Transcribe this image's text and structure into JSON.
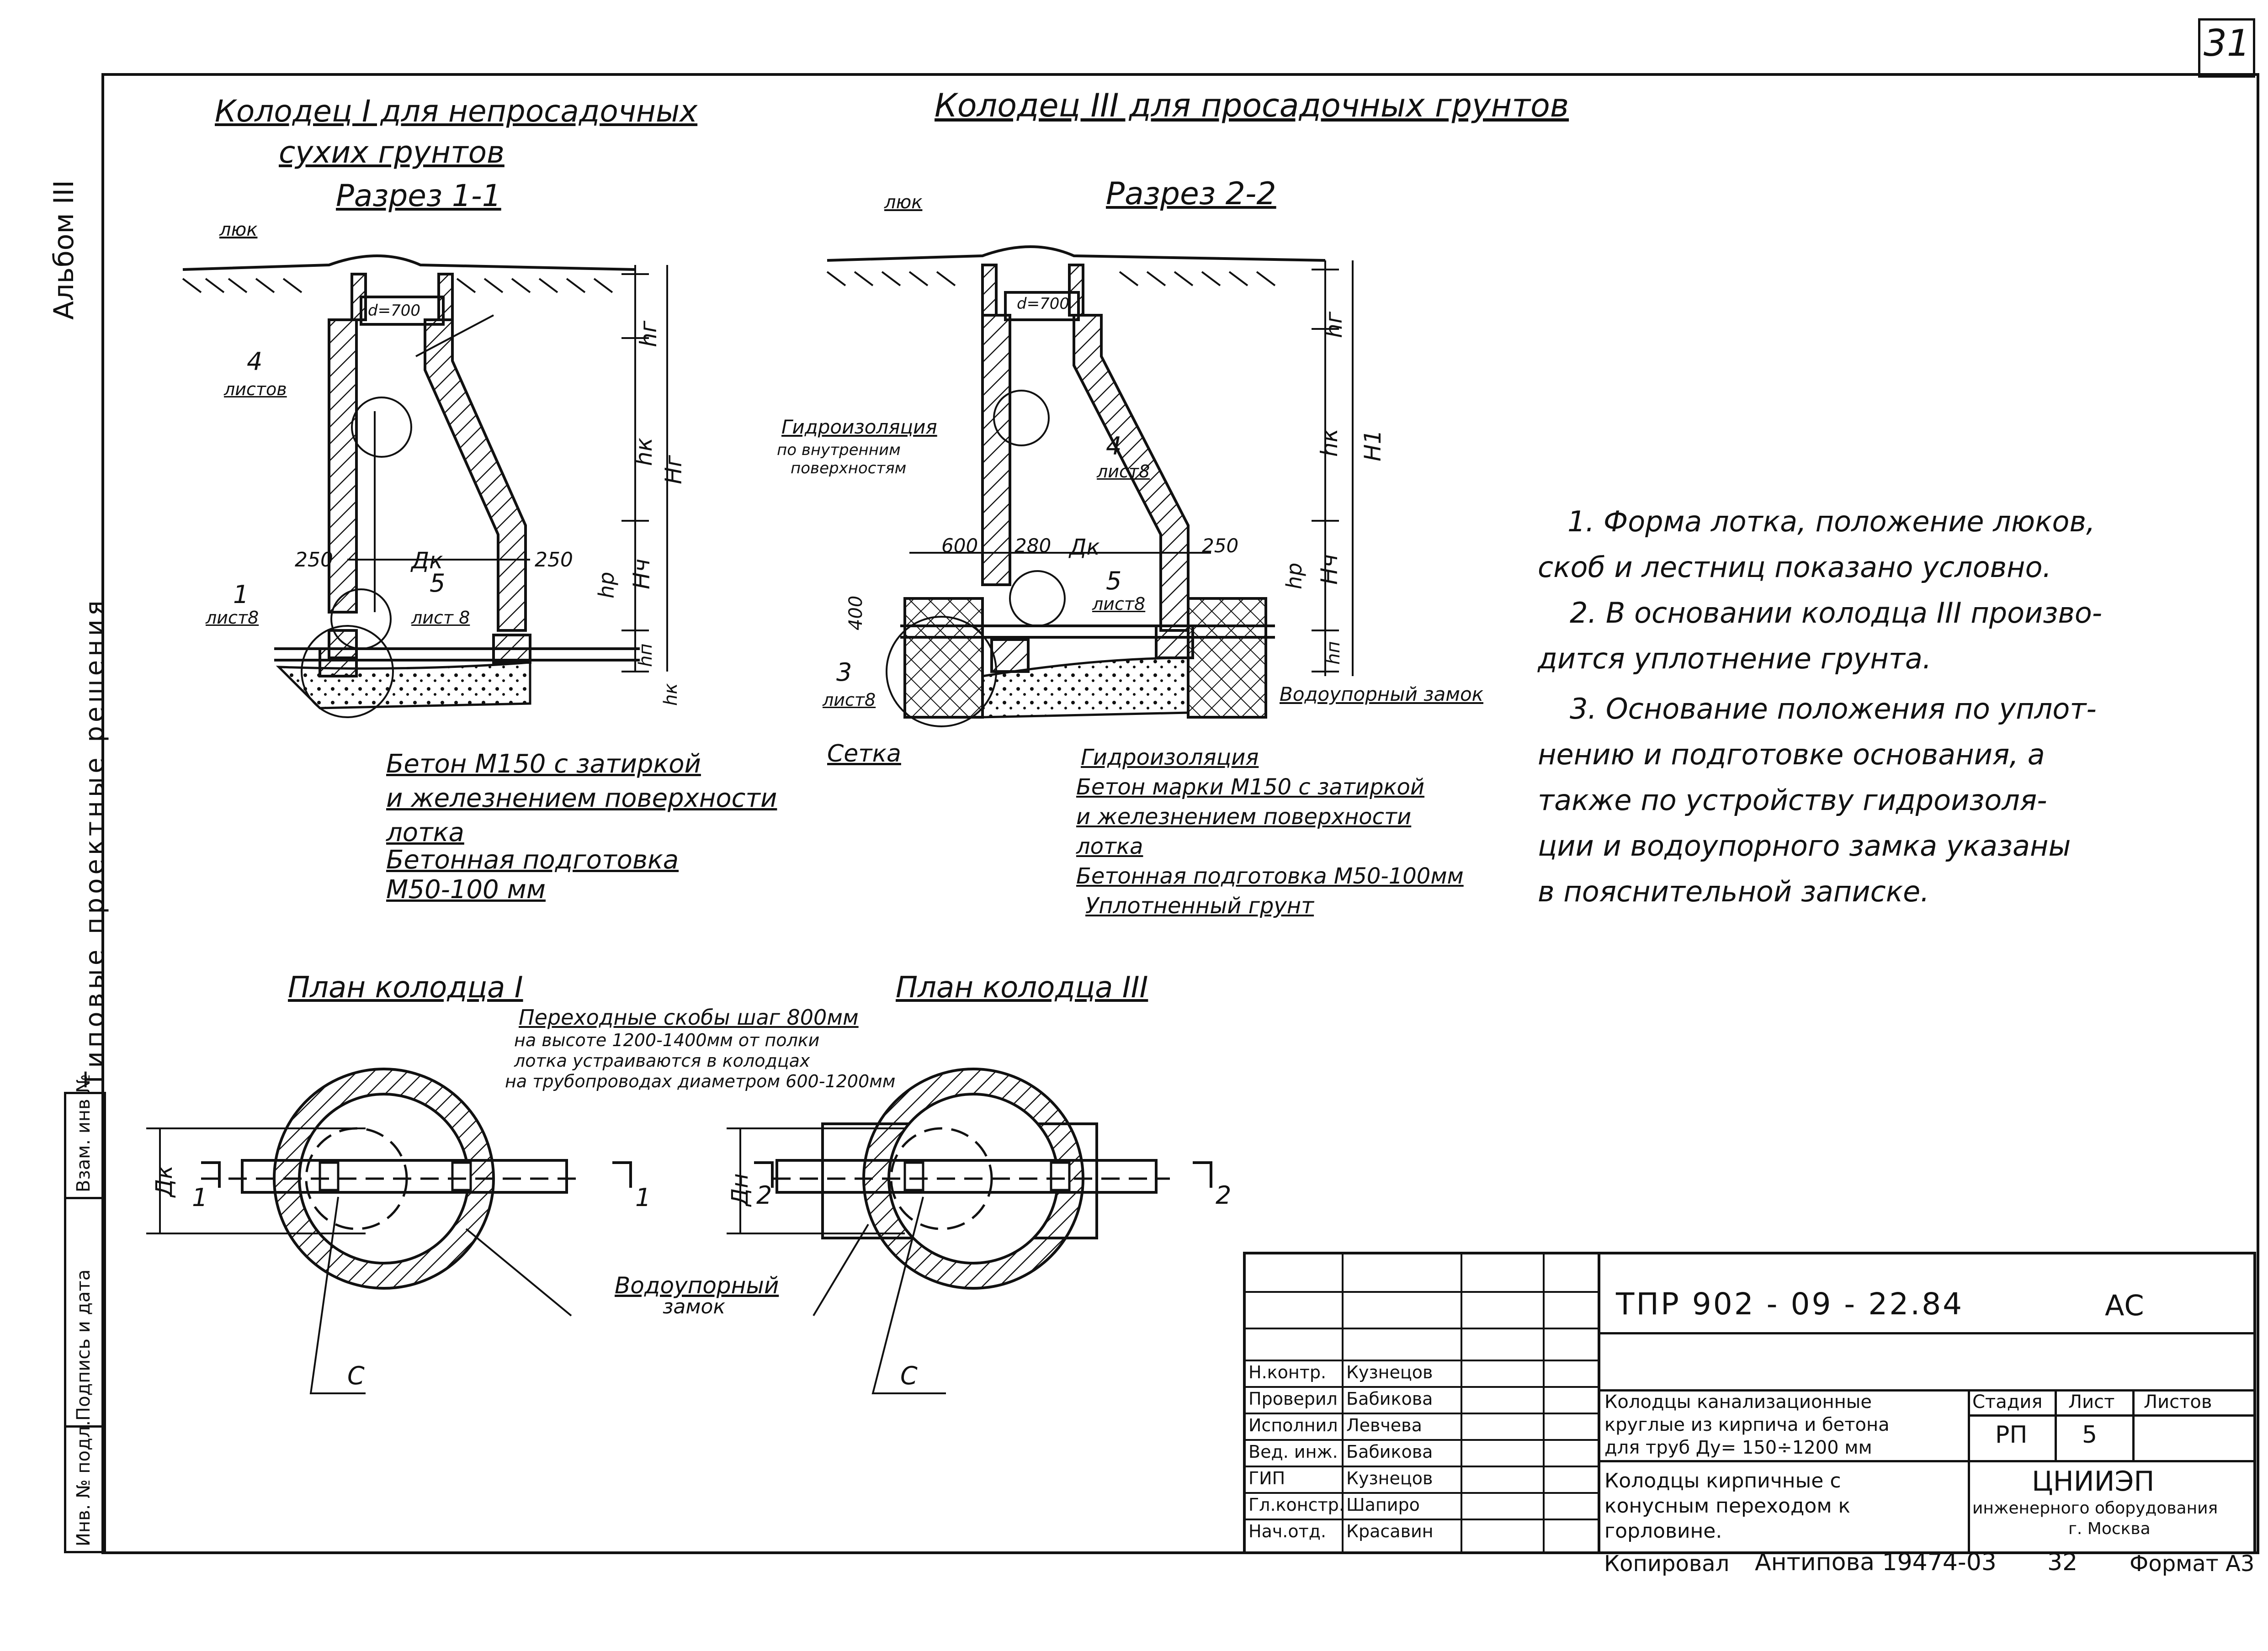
{
  "sheet_number": "31",
  "side_labels": {
    "album": "Альбом III",
    "series": "Типовые проектные решения",
    "box1": "Взам. инв №",
    "box2": "Подпись и дата",
    "box3": "Инв. № подл."
  },
  "titles": {
    "well1_line1": "Колодец I для непросадочных",
    "well1_line2": "сухих грунтов",
    "section1": "Разрез 1-1",
    "well3": "Колодец III для просадочных грунтов",
    "section2": "Разрез 2-2",
    "plan1": "План колодца I",
    "plan3": "План колодца III"
  },
  "left_section_labels": {
    "hatch": "люк",
    "d700": "d=700",
    "four": "4",
    "sheets": "листов",
    "hg": "hг",
    "hk": "hк",
    "Hg": "Hг",
    "Hch": "Hч",
    "hr": "hр",
    "hpl": "hп",
    "hk2": "hк",
    "w250a": "250",
    "Dk": "Дк",
    "w250b": "250",
    "one": "1",
    "list8a": "лист8",
    "five": "5",
    "list8b": "лист 8"
  },
  "left_legend": [
    "Бетон М150 с затиркой",
    "и железнением поверхности",
    "лотка",
    "Бетонная подготовка",
    "М50-100 мм"
  ],
  "right_section_labels": {
    "hatch": "люк",
    "d700": "d=700",
    "hydro1": "Гидроизоляция",
    "hydro2": "по внутренним",
    "hydro3": "поверхностям",
    "four": "4",
    "list8": "лист8",
    "w600": "600",
    "w280": "280",
    "Dk": "Дк",
    "w250": "250",
    "h400": "400",
    "five": "5",
    "list8b": "лист8",
    "three": "3",
    "list8c": "лист8",
    "mesh": "Сетка",
    "lock": "Водоупорный замок",
    "hg": "hг",
    "hk": "hк",
    "H1": "H1",
    "Hch": "Hч",
    "hr": "hр",
    "hpl": "hп"
  },
  "right_legend": [
    "Гидроизоляция",
    "Бетон марки М150 с затиркой",
    "и железнением поверхности",
    "лотка",
    "Бетонная подготовка М50-100мм",
    "Уплотненный грунт"
  ],
  "notes": [
    "1. Форма лотка, положение люков,",
    "скоб и лестниц показано условно.",
    "2. В основании колодца III произво-",
    "дится уплотнение грунта.",
    "3. Основание положения по уплот-",
    "нению и подготовке основания, а",
    "также по устройству гидроизоля-",
    "ции и водоупорного замка указаны",
    "в пояснительной записке."
  ],
  "plan_labels": {
    "brackets1": "Переходные скобы шаг 800мм",
    "brackets2": "на высоте 1200-1400мм от полки",
    "brackets3": "лотка устраиваются в колодцах",
    "brackets4": "на трубопроводах диаметром 600-1200мм",
    "Dk": "Дк",
    "Dn": "Дн",
    "cut1a": "1",
    "cut1b": "1",
    "cut2a": "2",
    "cut2b": "2",
    "lock1": "Водоупорный",
    "lock2": "замок",
    "c1": "С",
    "c2": "С"
  },
  "stamp": {
    "doc_code": "ТПР 902 - 09 - 22.84",
    "mark": "АС",
    "people": [
      {
        "role": "Н.контр.",
        "name": "Кузнецов"
      },
      {
        "role": "Проверил",
        "name": "Бабикова"
      },
      {
        "role": "Исполнил",
        "name": "Левчева"
      },
      {
        "role": "Вед. инж.",
        "name": "Бабикова"
      },
      {
        "role": "ГИП",
        "name": "Кузнецов"
      },
      {
        "role": "Гл.констр.",
        "name": "Шапиро"
      },
      {
        "role": "Нач.отд.",
        "name": "Красавин"
      }
    ],
    "title1": "Колодцы канализационные",
    "title2": "круглые из кирпича и бетона",
    "title3": "для труб Ду= 150÷1200 мм",
    "title4": "Колодцы кирпичные с",
    "title5": "конусным переходом к",
    "title6": "горловине.",
    "stage_h": "Стадия",
    "sheet_h": "Лист",
    "sheets_h": "Листов",
    "stage": "РП",
    "sheet": "5",
    "sheets": "",
    "org": "ЦНИИЭП",
    "org2": "инженерного оборудования",
    "org3": "г. Москва"
  },
  "footer": {
    "copied": "Копировал",
    "copier": "Антипова 19474-03",
    "page": "32",
    "format": "Формат А3"
  }
}
